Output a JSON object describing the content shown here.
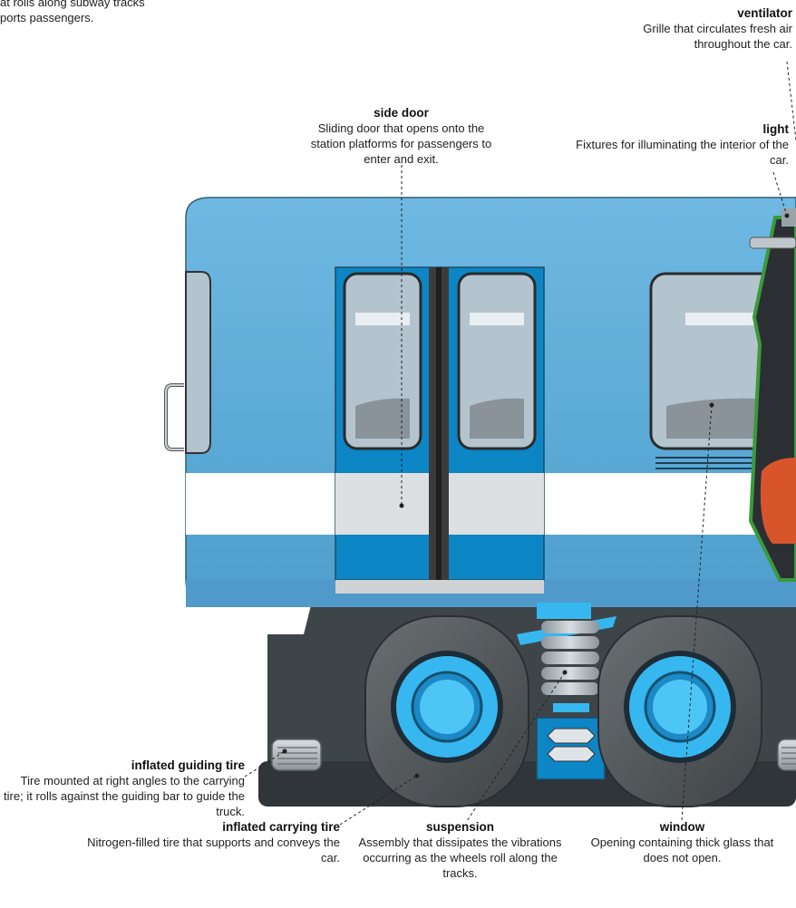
{
  "top_fragment": {
    "line1": "at rolls along subway tracks",
    "line2": "ports passengers."
  },
  "labels": {
    "ventilator": {
      "title": "ventilator",
      "desc": "Grille that circulates fresh air throughout the car."
    },
    "side_door": {
      "title": "side door",
      "desc": "Sliding door that opens onto the station platforms for passengers to enter and exit."
    },
    "light": {
      "title": "light",
      "desc": "Fixtures for illuminating the interior of the car."
    },
    "inflated_guiding_tire": {
      "title": "inflated guiding tire",
      "desc": "Tire mounted at right angles to the carrying tire; it rolls against the guiding bar to guide the truck."
    },
    "inflated_carrying_tire": {
      "title": "inflated carrying tire",
      "desc": "Nitrogen-filled tire that supports and conveys the car."
    },
    "suspension": {
      "title": "suspension",
      "desc": "Assembly that dissipates the vibrations occurring as the wheels roll along the tracks."
    },
    "window": {
      "title": "window",
      "desc": "Opening containing thick glass that does not open."
    }
  },
  "colors": {
    "car_body": "#5aa9d6",
    "car_dark": "#0d86c6",
    "stripe": "#ffffff",
    "window_glass": "#b4c4cf",
    "undercarriage": "#3e4548",
    "tire": "#5a5f62",
    "hub": "#37b7ef",
    "outline_green": "#3a9a3a",
    "seat": "#d8552b"
  }
}
